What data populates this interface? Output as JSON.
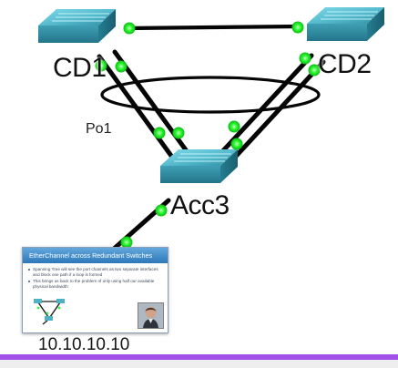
{
  "diagram": {
    "devices": {
      "cd1": {
        "label": "CD1"
      },
      "cd2": {
        "label": "CD2"
      },
      "acc3": {
        "label": "Acc3"
      }
    },
    "port_channel_label": "Po1",
    "host_address": "10.10.10.10",
    "link_status_color": "#19f21f",
    "switch_color": "#45a9bf",
    "accent_bar_color": "#a24ee8"
  },
  "thumbnail": {
    "title": "EtherChannel across Redundant Switches",
    "bullets": [
      "Spanning Tree will see the port channels as two separate interfaces and block one path if a loop is formed",
      "This brings us back to the problem of only using half our available physical bandwidth"
    ]
  }
}
